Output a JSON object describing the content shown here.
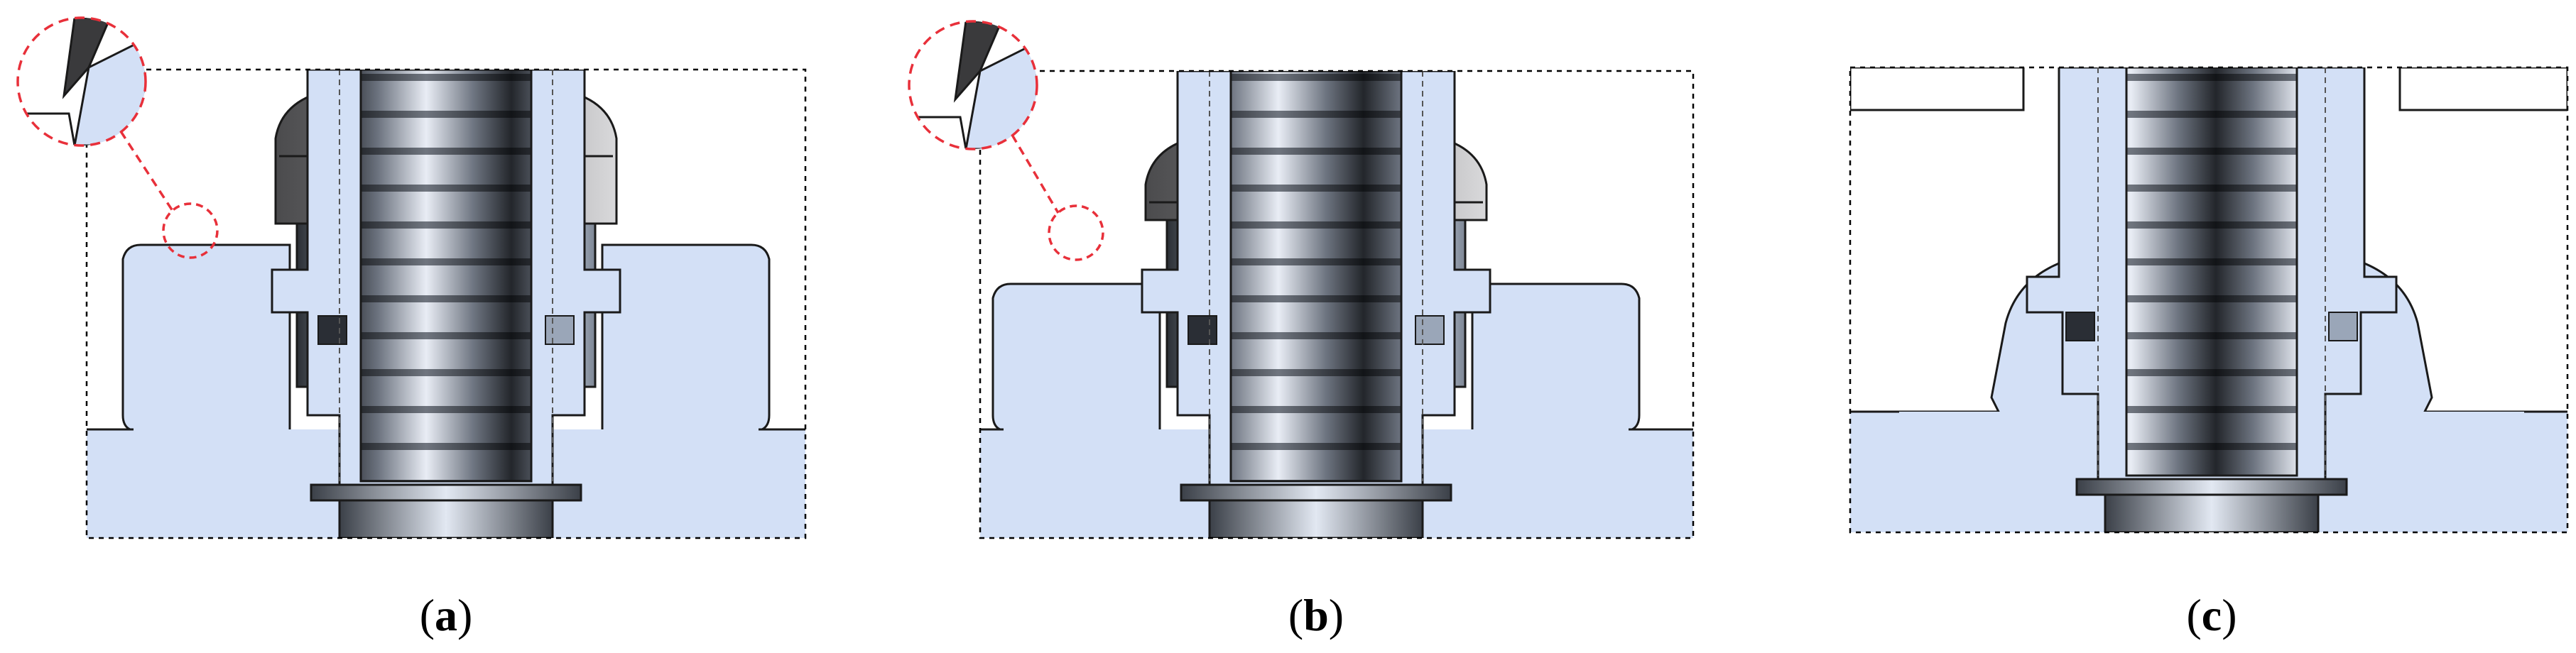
{
  "panels": [
    {
      "id": "a",
      "caption_letter": "a",
      "has_detail_callout": true
    },
    {
      "id": "b",
      "caption_letter": "b",
      "has_detail_callout": true
    },
    {
      "id": "c",
      "caption_letter": "c",
      "has_detail_callout": false
    }
  ],
  "caption_open": "(",
  "caption_close": ")",
  "colors": {
    "section_fill": "#d3e0f6",
    "outline": "#1a1a1a",
    "frame_dash": "#000000",
    "callout_dash": "#e8303a",
    "cap_dark": "#4a4a4a",
    "cap_light": "#c8c8c8"
  }
}
